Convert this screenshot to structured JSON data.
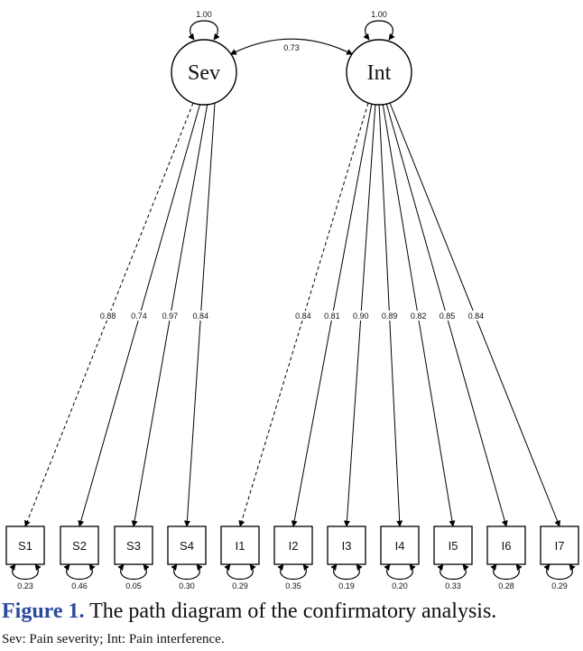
{
  "diagram": {
    "latent": [
      {
        "id": "Sev",
        "label": "Sev",
        "variance": "1.00"
      },
      {
        "id": "Int",
        "label": "Int",
        "variance": "1.00"
      }
    ],
    "covariance": "0.73",
    "indicators": [
      {
        "label": "S1",
        "factor": "Sev",
        "loading": "0.88",
        "residual": "0.23",
        "fixed": true
      },
      {
        "label": "S2",
        "factor": "Sev",
        "loading": "0.74",
        "residual": "0.46",
        "fixed": false
      },
      {
        "label": "S3",
        "factor": "Sev",
        "loading": "0.97",
        "residual": "0.05",
        "fixed": false
      },
      {
        "label": "S4",
        "factor": "Sev",
        "loading": "0.84",
        "residual": "0.30",
        "fixed": false
      },
      {
        "label": "I1",
        "factor": "Int",
        "loading": "0.84",
        "residual": "0.29",
        "fixed": true
      },
      {
        "label": "I2",
        "factor": "Int",
        "loading": "0.81",
        "residual": "0.35",
        "fixed": false
      },
      {
        "label": "I3",
        "factor": "Int",
        "loading": "0.90",
        "residual": "0.19",
        "fixed": false
      },
      {
        "label": "I4",
        "factor": "Int",
        "loading": "0.89",
        "residual": "0.20",
        "fixed": false
      },
      {
        "label": "I5",
        "factor": "Int",
        "loading": "0.82",
        "residual": "0.33",
        "fixed": false
      },
      {
        "label": "I6",
        "factor": "Int",
        "loading": "0.85",
        "residual": "0.28",
        "fixed": false
      },
      {
        "label": "I7",
        "factor": "Int",
        "loading": "0.84",
        "residual": "0.29",
        "fixed": false
      }
    ]
  },
  "caption": {
    "figure_label": "Figure 1.",
    "text": " The path diagram of the confirmatory analysis.",
    "note": "Sev: Pain severity; Int: Pain interference."
  }
}
